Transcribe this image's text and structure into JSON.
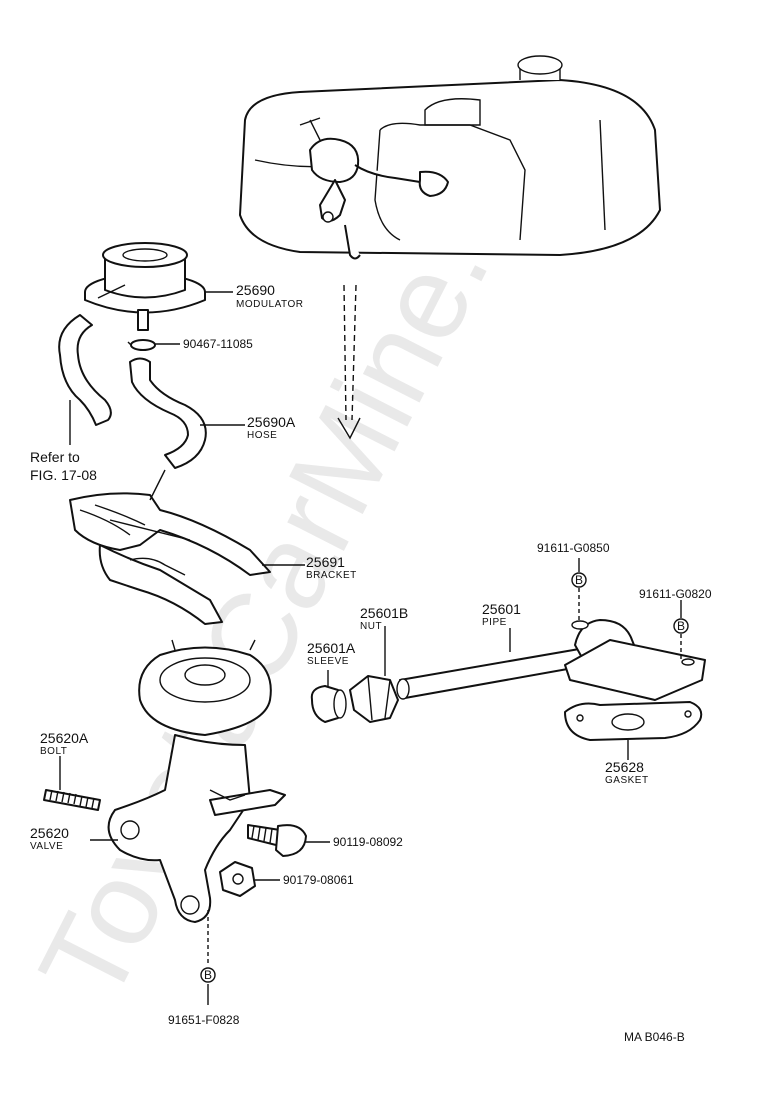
{
  "watermark": "ToyotaCarMine.ru",
  "diagram_code": "MA B046-B",
  "reference": {
    "line1": "Refer to",
    "line2": "FIG. 17-08"
  },
  "bolt_marker": "B",
  "parts": [
    {
      "number": "25690",
      "name": "MODULATOR"
    },
    {
      "number": "90467-11085",
      "name": ""
    },
    {
      "number": "25690A",
      "name": "HOSE"
    },
    {
      "number": "25691",
      "name": "BRACKET"
    },
    {
      "number": "25601B",
      "name": "NUT"
    },
    {
      "number": "25601",
      "name": "PIPE"
    },
    {
      "number": "25601A",
      "name": "SLEEVE"
    },
    {
      "number": "91611-G0850",
      "name": ""
    },
    {
      "number": "91611-G0820",
      "name": ""
    },
    {
      "number": "25628",
      "name": "GASKET"
    },
    {
      "number": "25620A",
      "name": "BOLT"
    },
    {
      "number": "25620",
      "name": "VALVE"
    },
    {
      "number": "90119-08092",
      "name": ""
    },
    {
      "number": "90179-08061",
      "name": ""
    },
    {
      "number": "91651-F0828",
      "name": ""
    }
  ]
}
